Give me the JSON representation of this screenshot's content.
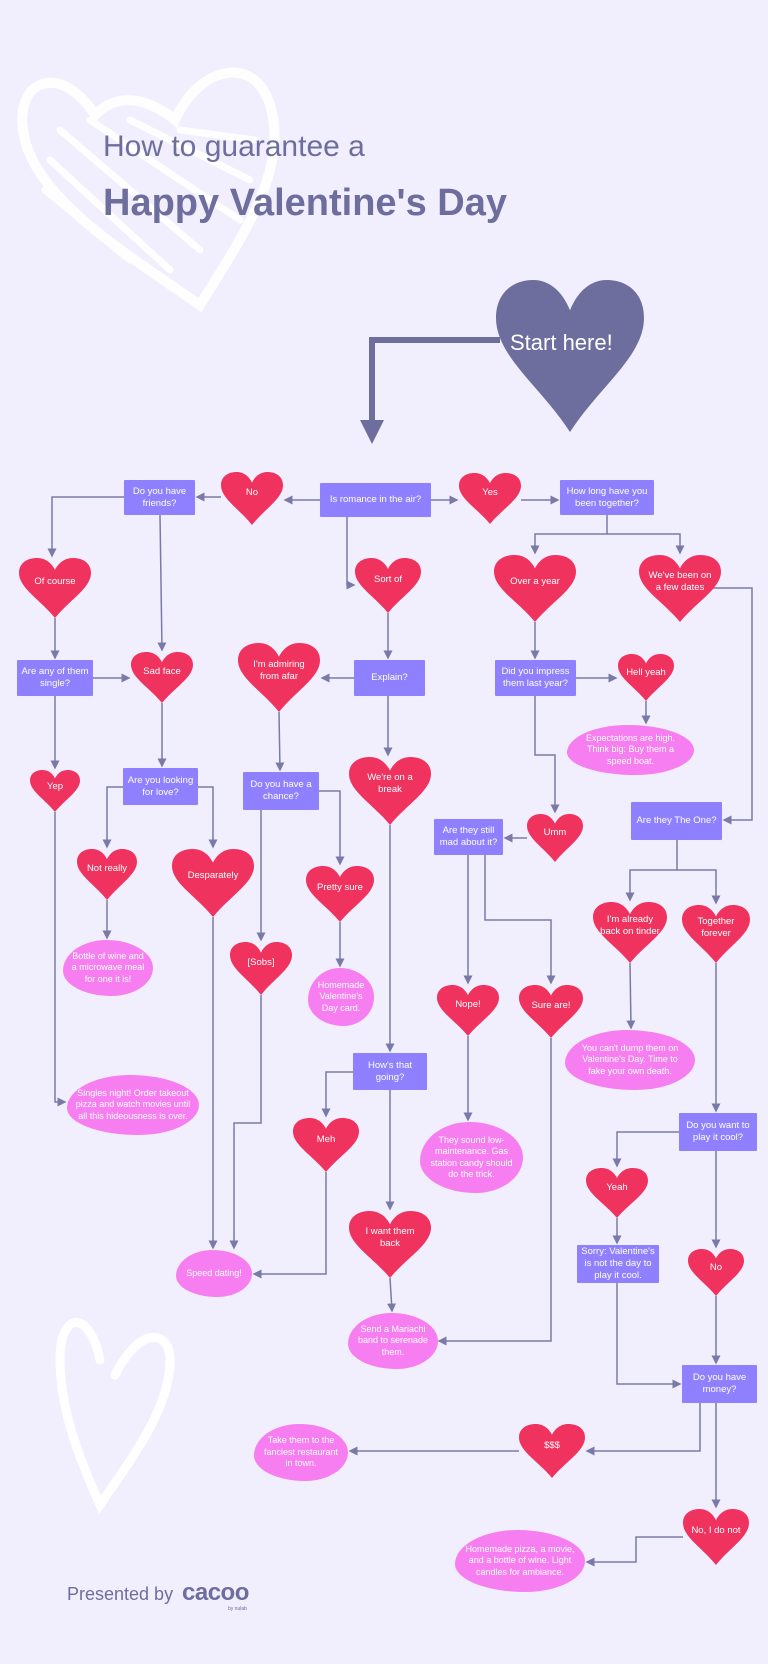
{
  "title": {
    "line1": "How to guarantee a",
    "line2": "Happy Valentine's Day"
  },
  "start": {
    "label": "Start here!"
  },
  "colors": {
    "background": "#f1eefd",
    "question_box": "#8f80ff",
    "answer_heart": "#f0325e",
    "outcome_blob": "#f77ef0",
    "start_heart": "#6e6e9e",
    "connector": "#7a7aa8"
  },
  "nodes": [
    {
      "id": "q_romance",
      "kind": "box",
      "text": "Is romance in the air?"
    },
    {
      "id": "q_friends",
      "kind": "box",
      "text": "Do you have friends?"
    },
    {
      "id": "q_long",
      "kind": "box",
      "text": "How long have you been together?"
    },
    {
      "id": "q_single",
      "kind": "box",
      "text": "Are any of them single?"
    },
    {
      "id": "q_explain",
      "kind": "box",
      "text": "Explain?"
    },
    {
      "id": "q_impress",
      "kind": "box",
      "text": "Did you impress them last year?"
    },
    {
      "id": "q_love",
      "kind": "box",
      "text": "Are you looking for love?"
    },
    {
      "id": "q_chance",
      "kind": "box",
      "text": "Do you have a chance?"
    },
    {
      "id": "q_mad",
      "kind": "box",
      "text": "Are they still mad about it?"
    },
    {
      "id": "q_one",
      "kind": "box",
      "text": "Are they The One?"
    },
    {
      "id": "q_going",
      "kind": "box",
      "text": "How's that going?"
    },
    {
      "id": "q_cool",
      "kind": "box",
      "text": "Do you want to play it cool?"
    },
    {
      "id": "q_sorry",
      "kind": "box",
      "text": "Sorry: Valentine's is not the day to play it cool."
    },
    {
      "id": "q_money",
      "kind": "box",
      "text": "Do you have money?"
    },
    {
      "id": "a_no",
      "kind": "heart",
      "text": "No"
    },
    {
      "id": "a_yes",
      "kind": "heart",
      "text": "Yes"
    },
    {
      "id": "a_ofcourse",
      "kind": "heart",
      "text": "Of course"
    },
    {
      "id": "a_sortof",
      "kind": "heart",
      "text": "Sort of"
    },
    {
      "id": "a_overyear",
      "kind": "heart",
      "text": "Over a year"
    },
    {
      "id": "a_fewdates",
      "kind": "heart",
      "text": "We've been on a few dates"
    },
    {
      "id": "a_sadface",
      "kind": "heart",
      "text": "Sad face"
    },
    {
      "id": "a_admiring",
      "kind": "heart",
      "text": "I'm admiring from afar"
    },
    {
      "id": "a_hellyeah",
      "kind": "heart",
      "text": "Hell yeah"
    },
    {
      "id": "a_yep",
      "kind": "heart",
      "text": "Yep"
    },
    {
      "id": "a_break",
      "kind": "heart",
      "text": "We're on a break"
    },
    {
      "id": "a_umm",
      "kind": "heart",
      "text": "Umm"
    },
    {
      "id": "a_notreally",
      "kind": "heart",
      "text": "Not really"
    },
    {
      "id": "a_desparately",
      "kind": "heart",
      "text": "Desparately"
    },
    {
      "id": "a_prettysure",
      "kind": "heart",
      "text": "Pretty sure"
    },
    {
      "id": "a_sobs",
      "kind": "heart",
      "text": "[Sobs]"
    },
    {
      "id": "a_nope",
      "kind": "heart",
      "text": "Nope!"
    },
    {
      "id": "a_sureare",
      "kind": "heart",
      "text": "Sure are!"
    },
    {
      "id": "a_tinder",
      "kind": "heart",
      "text": "I'm already back on tinder"
    },
    {
      "id": "a_together",
      "kind": "heart",
      "text": "Together forever"
    },
    {
      "id": "a_meh",
      "kind": "heart",
      "text": "Meh"
    },
    {
      "id": "a_wantback",
      "kind": "heart",
      "text": "I want them back"
    },
    {
      "id": "a_yeah",
      "kind": "heart",
      "text": "Yeah"
    },
    {
      "id": "a_no2",
      "kind": "heart",
      "text": "No"
    },
    {
      "id": "a_money",
      "kind": "heart",
      "text": "$$$"
    },
    {
      "id": "a_nomoney",
      "kind": "heart",
      "text": "No, I do not"
    },
    {
      "id": "o_boat",
      "kind": "blob",
      "text": "Expectations are high. Think big: Buy them a speed boat."
    },
    {
      "id": "o_wine",
      "kind": "blob",
      "text": "Bottle of wine and a microwave meal for one it is!"
    },
    {
      "id": "o_singles",
      "kind": "blob",
      "text": "Singles night! Order takeout pizza and watch movies until all this hideousness is over."
    },
    {
      "id": "o_card",
      "kind": "blob",
      "text": "Homemade Valentine's Day card."
    },
    {
      "id": "o_death",
      "kind": "blob",
      "text": "You can't dump them on Valentine's Day. Time to fake your own death."
    },
    {
      "id": "o_candy",
      "kind": "blob",
      "text": "They sound low-maintenance. Gas station candy should do the trick."
    },
    {
      "id": "o_speed",
      "kind": "blob",
      "text": "Speed dating!"
    },
    {
      "id": "o_mariachi",
      "kind": "blob",
      "text": "Send a Mariachi band to serenade them."
    },
    {
      "id": "o_restaurant",
      "kind": "blob",
      "text": "Take them to the fanciest restaurant in town."
    },
    {
      "id": "o_pizza",
      "kind": "blob",
      "text": "Homemade pizza, a movie, and a bottle of wine. Light candles for ambiance."
    }
  ],
  "footer": {
    "presented_by": "Presented by",
    "logo_text": "cacoo",
    "logo_sub": "by nulab"
  }
}
